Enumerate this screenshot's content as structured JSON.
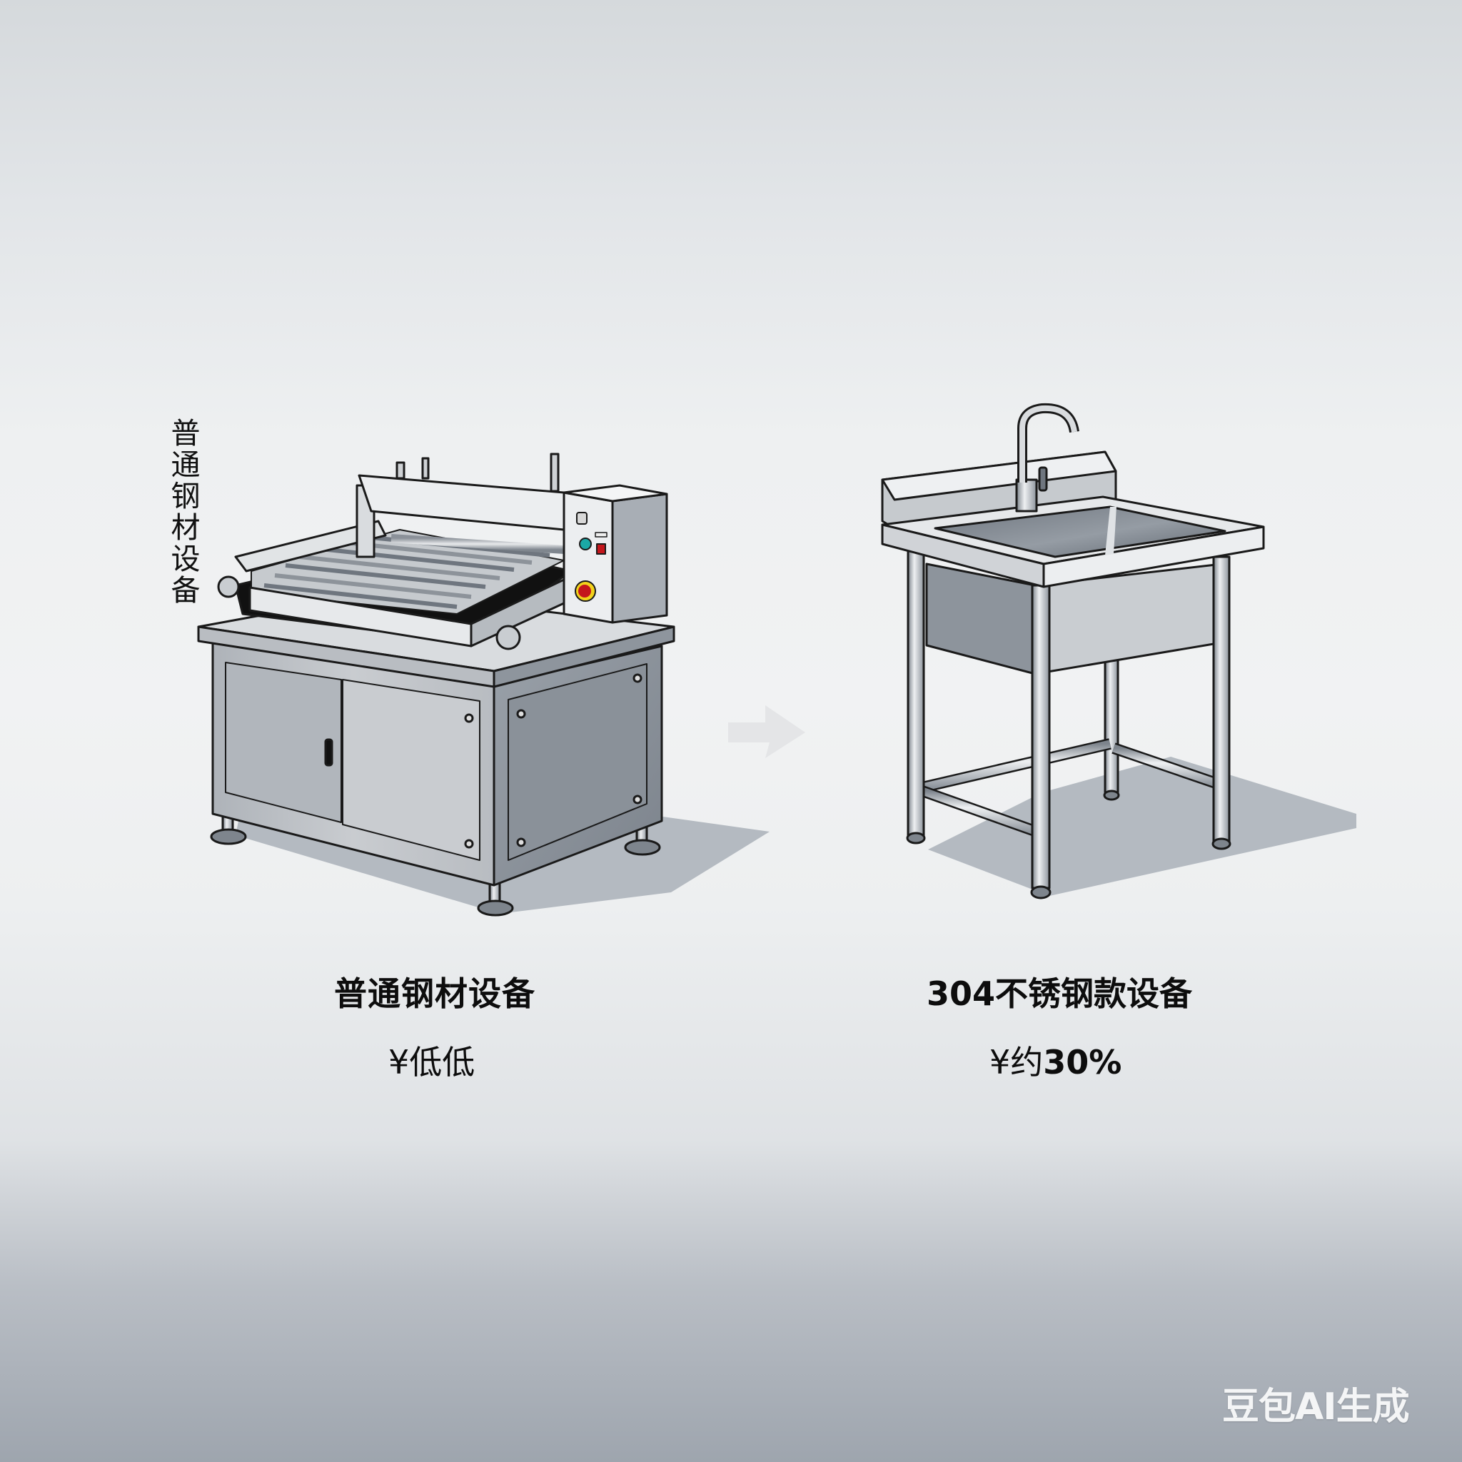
{
  "colors": {
    "background_top": "#d5d9dc",
    "background_mid": "#f1f2f3",
    "background_bottom": "#9ea5ae",
    "text": "#0d0d0d",
    "arrow": "#e4e5e7",
    "watermark": "#f4f5f6",
    "steel_light": "#e6e8ea",
    "steel_mid": "#b4b9bf",
    "steel_dark": "#7f868f",
    "shadow": "#9aa1aa",
    "button_teal": "#1aa8a6",
    "button_red": "#c4161c",
    "estop_yellow": "#f2d21b"
  },
  "left_item": {
    "side_label": "普通钢材设备",
    "illustration": "conveyor-roller-machine-on-cabinet",
    "title": "普通钢材设备",
    "price": "¥低低"
  },
  "comparison_arrow": "arrow-right",
  "right_item": {
    "illustration": "stainless-steel-sink-with-faucet",
    "title": "304不锈钢款设备",
    "price_prefix": "¥约",
    "price_value": "30%"
  },
  "watermark": "豆包AI生成"
}
